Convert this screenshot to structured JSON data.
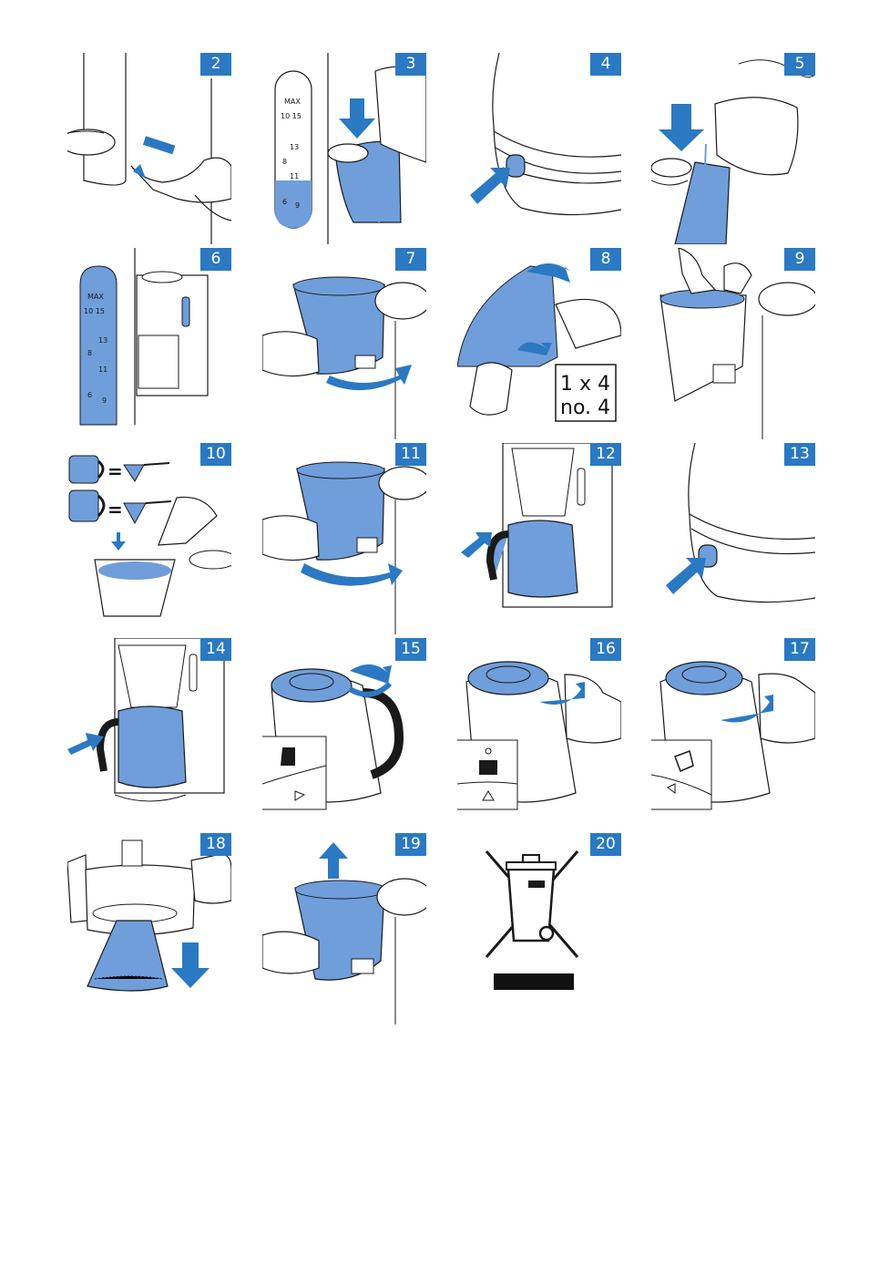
{
  "theme": {
    "accent": "#2b79c2",
    "fill_blue": "#6f9edb",
    "outline": "#1a1a1a"
  },
  "panels": [
    {
      "id": "2",
      "label": "2",
      "icon": "plug-power-cord"
    },
    {
      "id": "3",
      "label": "3",
      "icon": "fill-water-tank"
    },
    {
      "id": "4",
      "label": "4",
      "icon": "press-power-button"
    },
    {
      "id": "5",
      "label": "5",
      "icon": "pour-water-jug"
    },
    {
      "id": "6",
      "label": "6",
      "icon": "water-level-scale"
    },
    {
      "id": "7",
      "label": "7",
      "icon": "swing-out-filter-holder"
    },
    {
      "id": "8",
      "label": "8",
      "icon": "fold-paper-filter"
    },
    {
      "id": "9",
      "label": "9",
      "icon": "insert-paper-filter"
    },
    {
      "id": "10",
      "label": "10",
      "icon": "add-ground-coffee"
    },
    {
      "id": "11",
      "label": "11",
      "icon": "close-filter-holder"
    },
    {
      "id": "12",
      "label": "12",
      "icon": "place-jug"
    },
    {
      "id": "13",
      "label": "13",
      "icon": "press-power-button"
    },
    {
      "id": "14",
      "label": "14",
      "icon": "remove-jug"
    },
    {
      "id": "15",
      "label": "15",
      "icon": "turn-lid-closed"
    },
    {
      "id": "16",
      "label": "16",
      "icon": "turn-lid-pour"
    },
    {
      "id": "17",
      "label": "17",
      "icon": "turn-lid-open"
    },
    {
      "id": "18",
      "label": "18",
      "icon": "discard-filter"
    },
    {
      "id": "19",
      "label": "19",
      "icon": "lift-filter-holder"
    },
    {
      "id": "20",
      "label": "20",
      "icon": "weee-crossed-bin"
    }
  ],
  "scale": {
    "max": "MAX",
    "marks": [
      "10",
      "15",
      "13",
      "8",
      "11",
      "6",
      "9"
    ]
  },
  "filter_box": {
    "line1": "1 x 4",
    "line2": "no. 4"
  },
  "cups": {
    "equals": "="
  }
}
